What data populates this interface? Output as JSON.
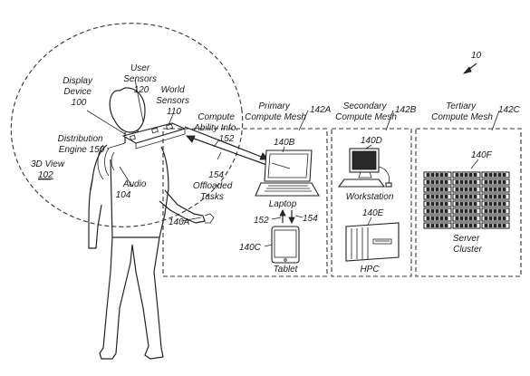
{
  "figure_ref": "10",
  "labels": {
    "user_sensors": [
      "User",
      "Sensors",
      "120"
    ],
    "display_device": [
      "Display",
      "Device",
      "100"
    ],
    "world_sensors": [
      "World",
      "Sensors",
      "110"
    ],
    "distribution_engine": [
      "Distribution",
      "Engine 150"
    ],
    "view_3d": [
      "3D View",
      "102"
    ],
    "audio": [
      "Audio",
      "104"
    ],
    "compute_ability": [
      "Compute",
      "Ability Info.",
      "152"
    ],
    "offloaded_tasks": [
      "154",
      "Offloaded",
      "Tasks"
    ],
    "ref_140a": "140A",
    "primary_mesh": [
      "Primary",
      "Compute Mesh"
    ],
    "ref_142a": "142A",
    "secondary_mesh": [
      "Secondary",
      "Compute Mesh"
    ],
    "ref_142b": "142B",
    "tertiary_mesh": [
      "Tertiary",
      "Compute Mesh"
    ],
    "ref_142c": "142C",
    "ref_140b": "140B",
    "laptop": "Laptop",
    "ref_152": "152",
    "ref_154": "154",
    "ref_140c": "140C",
    "tablet": "Tablet",
    "ref_140d": "140D",
    "workstation": "Workstation",
    "ref_140e": "140E",
    "hpc": "HPC",
    "ref_140f": "140F",
    "server_cluster": [
      "Server",
      "Cluster"
    ]
  },
  "colors": {
    "line": "#222222",
    "background": "#ffffff"
  }
}
